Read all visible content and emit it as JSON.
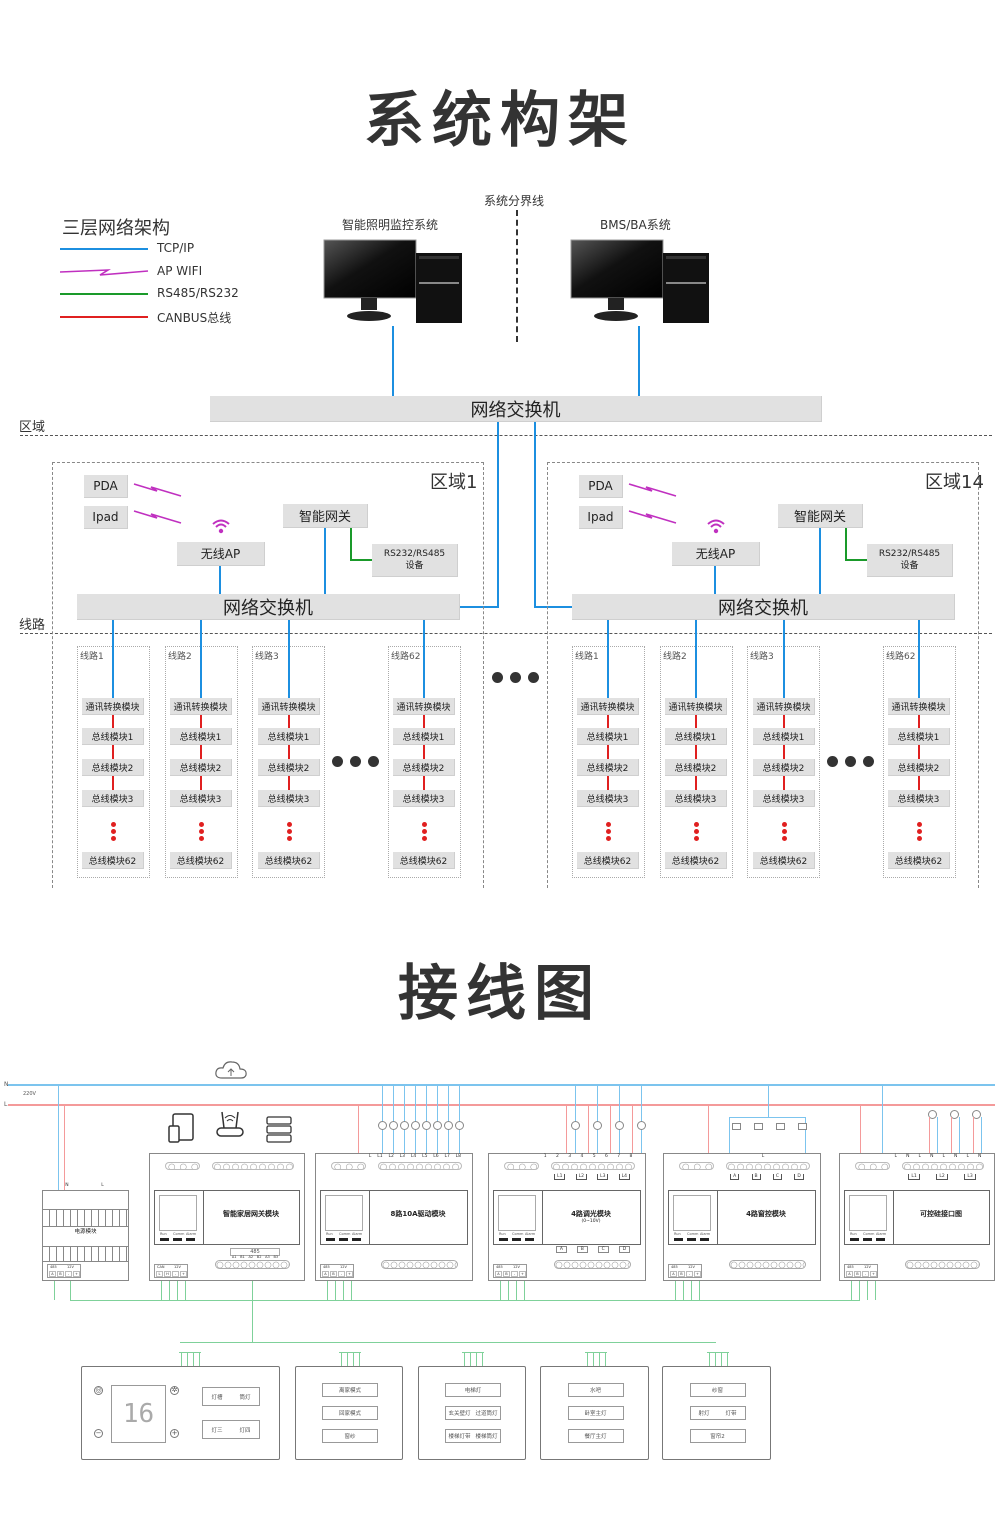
{
  "architecture": {
    "title": "系统构架",
    "legend": {
      "title": "三层网络架构",
      "items": [
        {
          "label": "TCP/IP",
          "color": "#1c8fe0",
          "style": "line"
        },
        {
          "label": "AP WIFI",
          "color": "#c030c0",
          "style": "zigzag"
        },
        {
          "label": "RS485/RS232",
          "color": "#1a9a2a",
          "style": "line"
        },
        {
          "label": "CANBUS总线",
          "color": "#e02020",
          "style": "line"
        }
      ]
    },
    "boundary_label": "系统分界线",
    "systems": [
      "智能照明监控系统",
      "BMS/BA系统"
    ],
    "core_switch": "网络交换机",
    "zone_label": "区域",
    "line_label": "线路",
    "zones": [
      {
        "name": "区域1",
        "devices": {
          "pda": "PDA",
          "ipad": "Ipad",
          "ap": "无线AP",
          "gateway": "智能网关",
          "serial": [
            "RS232/RS485",
            "设备"
          ],
          "switch": "网络交换机"
        },
        "lines": [
          {
            "name": "线路1",
            "modules": [
              "通讯转换模块",
              "总线模块1",
              "总线模块2",
              "总线模块3",
              "总线模块62"
            ]
          },
          {
            "name": "线路2",
            "modules": [
              "通讯转换模块",
              "总线模块1",
              "总线模块2",
              "总线模块3",
              "总线模块62"
            ]
          },
          {
            "name": "线路3",
            "modules": [
              "通讯转换模块",
              "总线模块1",
              "总线模块2",
              "总线模块3",
              "总线模块62"
            ]
          },
          {
            "name": "线路62",
            "modules": [
              "通讯转换模块",
              "总线模块1",
              "总线模块2",
              "总线模块3",
              "总线模块62"
            ]
          }
        ]
      },
      {
        "name": "区域14",
        "devices": {
          "pda": "PDA",
          "ipad": "Ipad",
          "ap": "无线AP",
          "gateway": "智能网关",
          "serial": [
            "RS232/RS485",
            "设备"
          ],
          "switch": "网络交换机"
        },
        "lines": [
          {
            "name": "线路1",
            "modules": [
              "通讯转换模块",
              "总线模块1",
              "总线模块2",
              "总线模块3",
              "总线模块62"
            ]
          },
          {
            "name": "线路2",
            "modules": [
              "通讯转换模块",
              "总线模块1",
              "总线模块2",
              "总线模块3",
              "总线模块62"
            ]
          },
          {
            "name": "线路3",
            "modules": [
              "通讯转换模块",
              "总线模块1",
              "总线模块2",
              "总线模块3",
              "总线模块62"
            ]
          },
          {
            "name": "线路62",
            "modules": [
              "通讯转换模块",
              "总线模块1",
              "总线模块2",
              "总线模块3",
              "总线模块62"
            ]
          }
        ]
      }
    ]
  },
  "wiring": {
    "title": "接线图",
    "mains": {
      "n": "N",
      "l": "L",
      "voltage": "220V"
    },
    "indicator_labels": [
      "Run",
      "Comm",
      "Alarm"
    ],
    "modules": [
      {
        "name": "电源模块",
        "top_terms": [
          "N",
          "L"
        ],
        "bus": [
          "485",
          "12V"
        ],
        "bus_terms": [
          "A",
          "B",
          "-",
          "+"
        ]
      },
      {
        "name": "智能家居网关模块",
        "bus": [
          "CAN",
          "12V"
        ],
        "bus_terms": [
          "L",
          "H",
          "-",
          "+"
        ],
        "port_label": "485",
        "ports": [
          "A1",
          "B1",
          "A2",
          "B2",
          "A3",
          "B3"
        ]
      },
      {
        "name": "8路10A驱动模块",
        "top_terms": [
          "L",
          "L1",
          "L2",
          "L3",
          "L4",
          "L5",
          "L6",
          "L7",
          "L8"
        ],
        "bus": [
          "485",
          "12V"
        ],
        "bus_terms": [
          "A",
          "B",
          "-",
          "+"
        ]
      },
      {
        "name": "4路调光模块",
        "subtitle": "(0~10V)",
        "top_terms": [
          "1",
          "2",
          "3",
          "4",
          "5",
          "6",
          "7",
          "8"
        ],
        "channels": [
          "L1",
          "L2",
          "L3",
          "L4"
        ],
        "outputs": [
          "A",
          "B",
          "C",
          "D"
        ],
        "bus": [
          "485",
          "12V"
        ],
        "bus_terms": [
          "A",
          "B",
          "-",
          "+"
        ]
      },
      {
        "name": "4路窗控模块",
        "top_terms": [
          "L"
        ],
        "channels": [
          "A",
          "B",
          "C",
          "D"
        ],
        "bus": [
          "485",
          "12V"
        ],
        "bus_terms": [
          "A",
          "B",
          "-",
          "+"
        ]
      },
      {
        "name": "可控硅接口图",
        "top_terms": [
          "L",
          "N",
          "L",
          "N",
          "L",
          "N",
          "L",
          "N"
        ],
        "channels": [
          "L1",
          "L2",
          "L3"
        ],
        "bus": [
          "485",
          "12V"
        ],
        "bus_terms": [
          "A",
          "B",
          "-",
          "+"
        ]
      }
    ],
    "panels": [
      {
        "display": "16",
        "buttons": [
          [
            "灯槽",
            "筒灯"
          ],
          [
            "灯三",
            "灯四"
          ]
        ]
      },
      {
        "buttons": [
          [
            "离家模式"
          ],
          [
            "回家模式"
          ],
          [
            "窗纱"
          ]
        ]
      },
      {
        "buttons": [
          [
            "电梯灯"
          ],
          [
            "玄关壁灯",
            "过道筒灯"
          ],
          [
            "楼梯灯带",
            "楼梯筒灯"
          ]
        ]
      },
      {
        "buttons": [
          [
            "水吧"
          ],
          [
            "卧室主灯"
          ],
          [
            "餐厅主灯"
          ]
        ]
      },
      {
        "buttons": [
          [
            "纱窗"
          ],
          [
            "射灯",
            "灯带"
          ],
          [
            "窗帘2"
          ]
        ]
      }
    ]
  }
}
